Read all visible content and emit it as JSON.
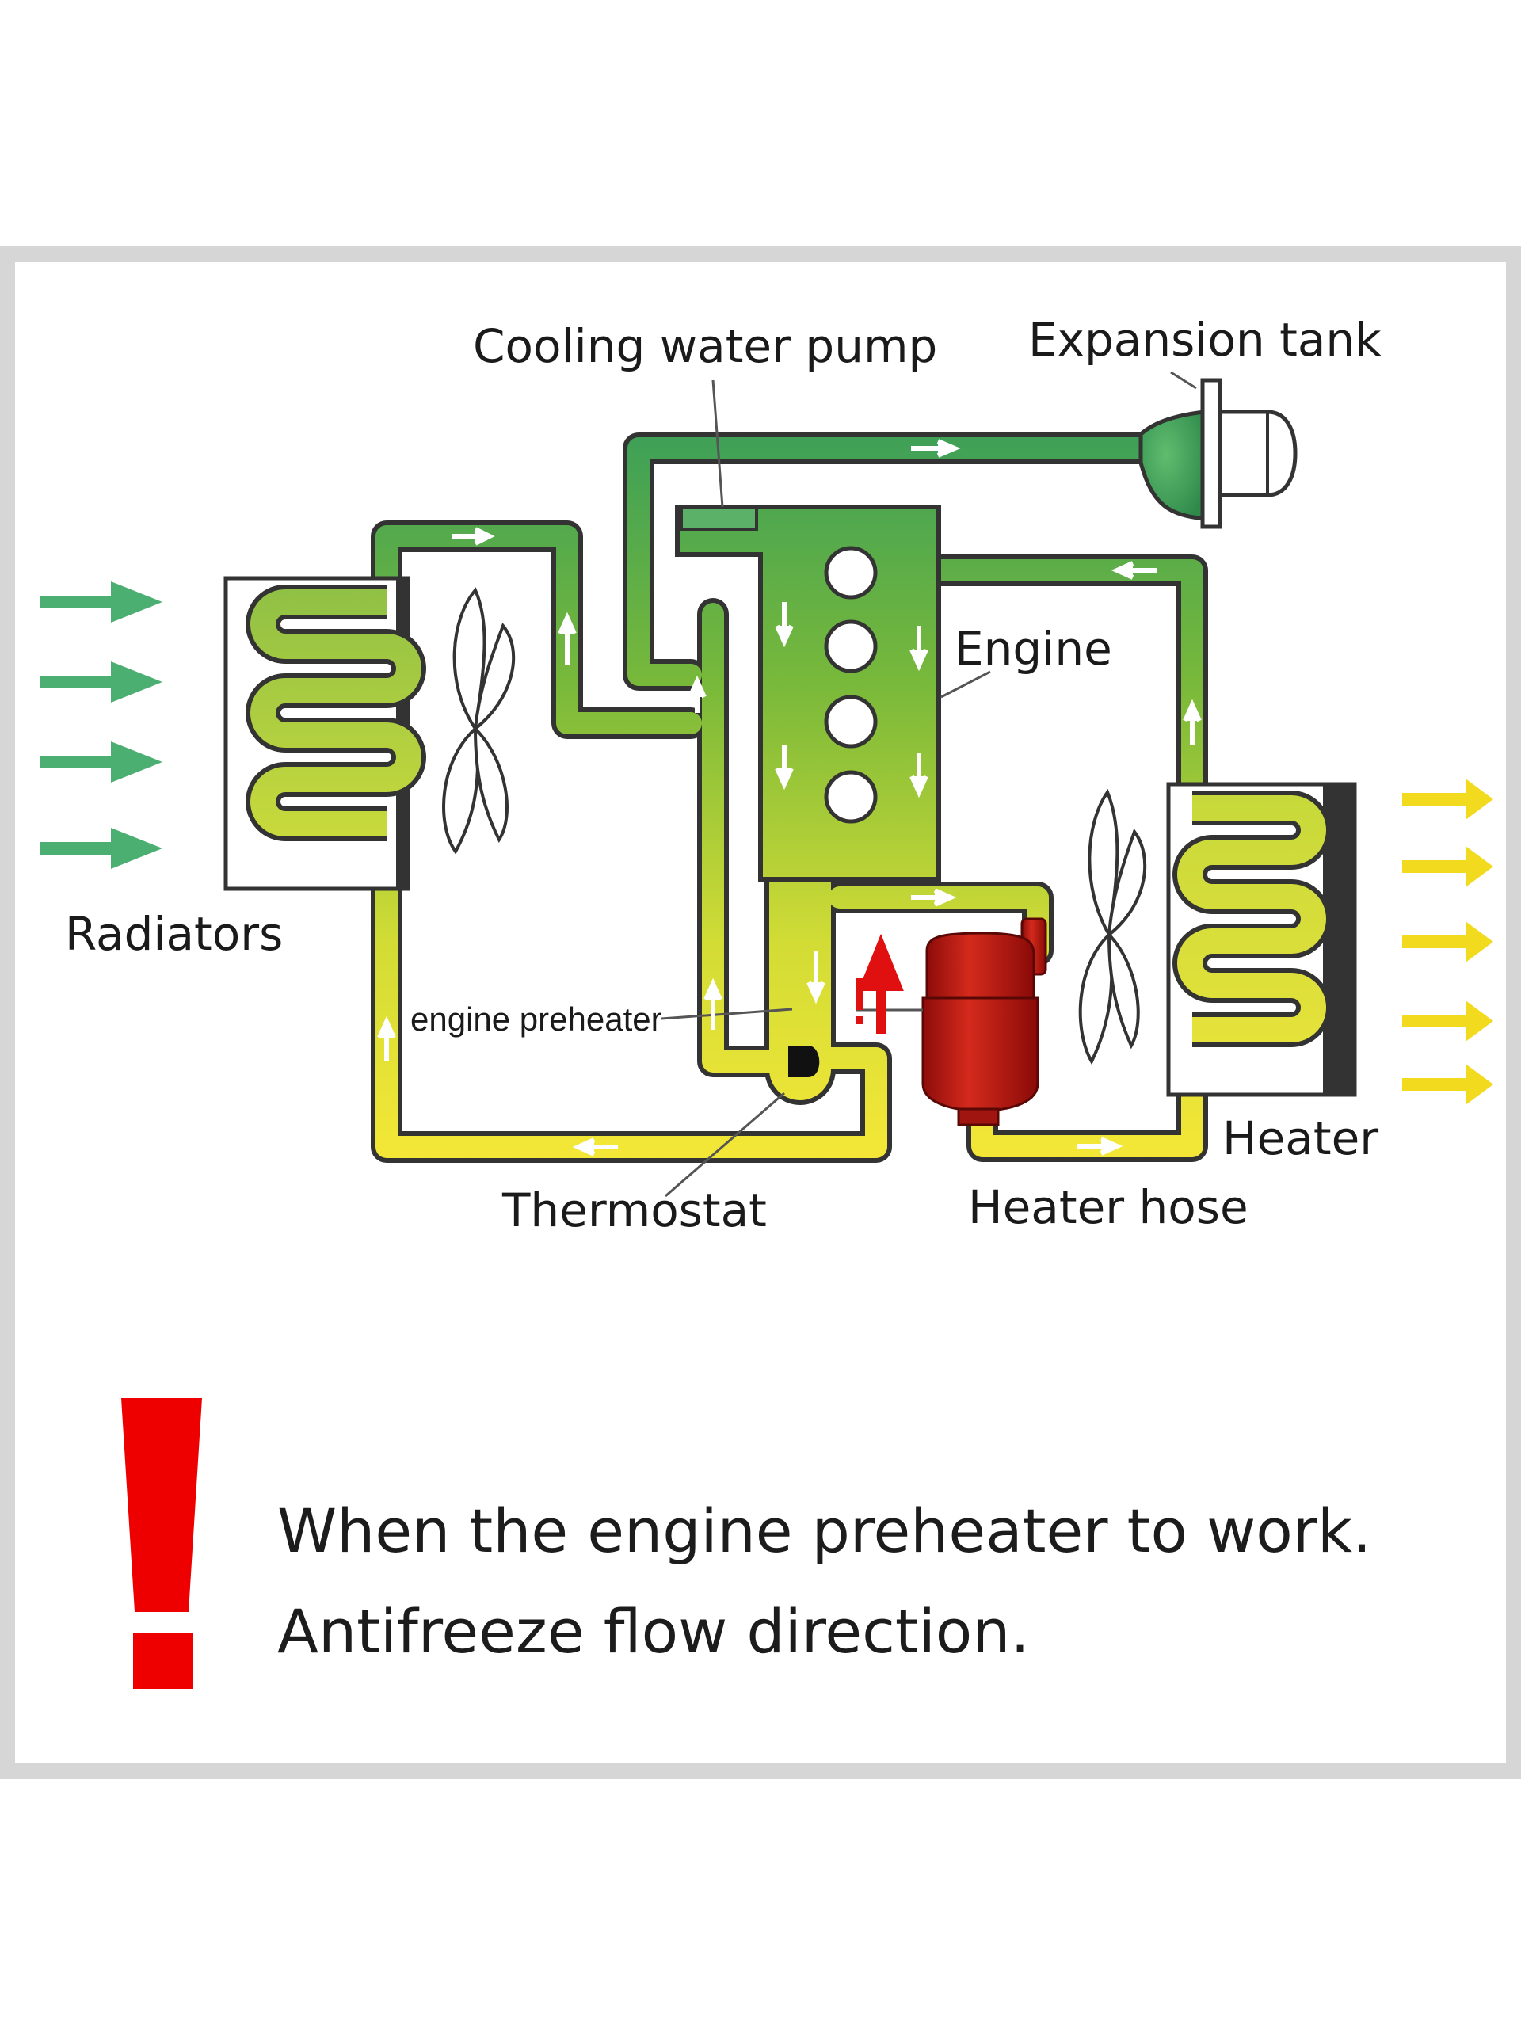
{
  "labels": {
    "cooling_water_pump": "Cooling water pump",
    "expansion_tank": "Expansion tank",
    "engine": "Engine",
    "radiators": "Radiators",
    "engine_preheater": "engine preheater",
    "heater": "Heater",
    "thermostat": "Thermostat",
    "heater_hose": "Heater hose"
  },
  "note": {
    "line1": "When the engine preheater to work.",
    "line2": "Antifreeze flow direction."
  },
  "colors": {
    "frame": "#d6d6d6",
    "pipe_top": "#3fa35a",
    "pipe_mid": "#a6cc2c",
    "pipe_bottom": "#f2e432",
    "intake_arrow": "#4caf72",
    "output_arrow": "#f4dd1e",
    "preheater": "#c81b14",
    "warning": "#ee0000"
  }
}
